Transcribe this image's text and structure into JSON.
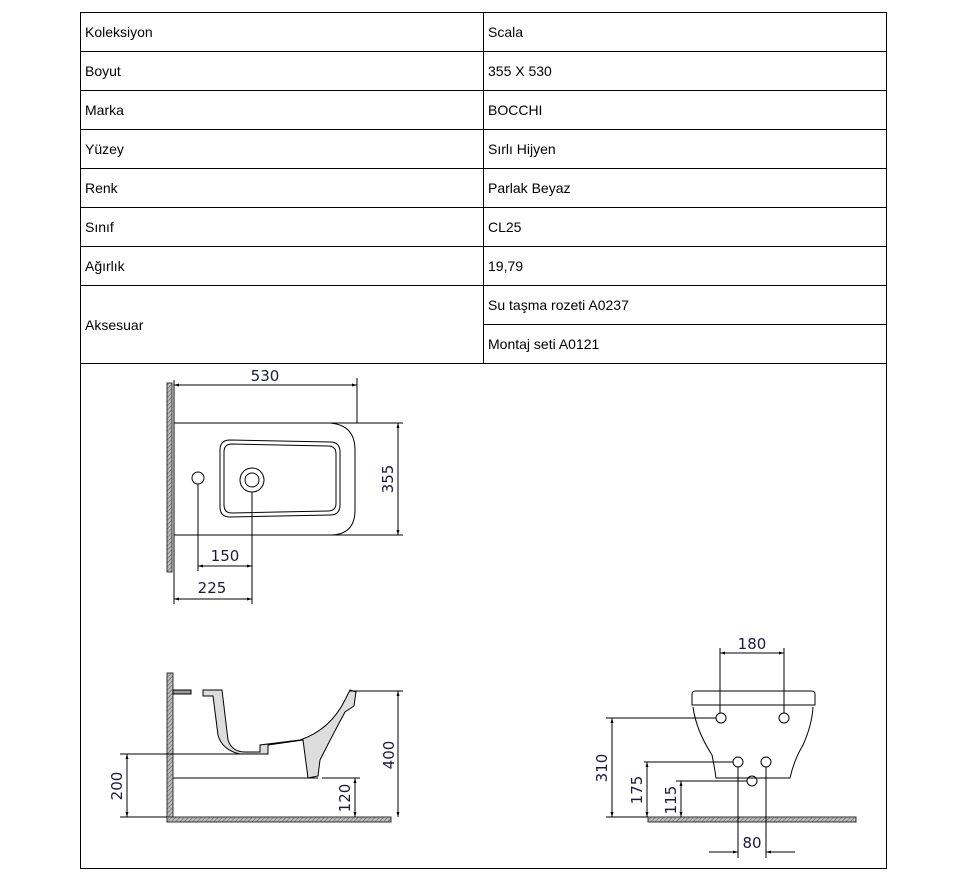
{
  "specs": [
    {
      "label": "Koleksiyon",
      "value": "Scala"
    },
    {
      "label": "Boyut",
      "value": "355 X 530"
    },
    {
      "label": "Marka",
      "value": "BOCCHI"
    },
    {
      "label": "Yüzey",
      "value": "Sırlı Hijyen"
    },
    {
      "label": "Renk",
      "value": "Parlak Beyaz"
    },
    {
      "label": "Sınıf",
      "value": "CL25"
    },
    {
      "label": "Ağırlık",
      "value": "19,79"
    }
  ],
  "accessories": {
    "label": "Aksesuar",
    "items": [
      "Su taşma rozeti A0237",
      "Montaj seti A0121"
    ]
  },
  "drawing": {
    "top_view": {
      "length": "530",
      "width": "355",
      "hole_to_drain": "150",
      "wall_to_drain": "225"
    },
    "side_view": {
      "height": "400",
      "drain_height": "200",
      "bottom_clearance": "120"
    },
    "front_view": {
      "bolt_spacing": "180",
      "bolt_height": "310",
      "supply_height": "175",
      "waste_height": "115",
      "supply_spacing": "80"
    }
  }
}
